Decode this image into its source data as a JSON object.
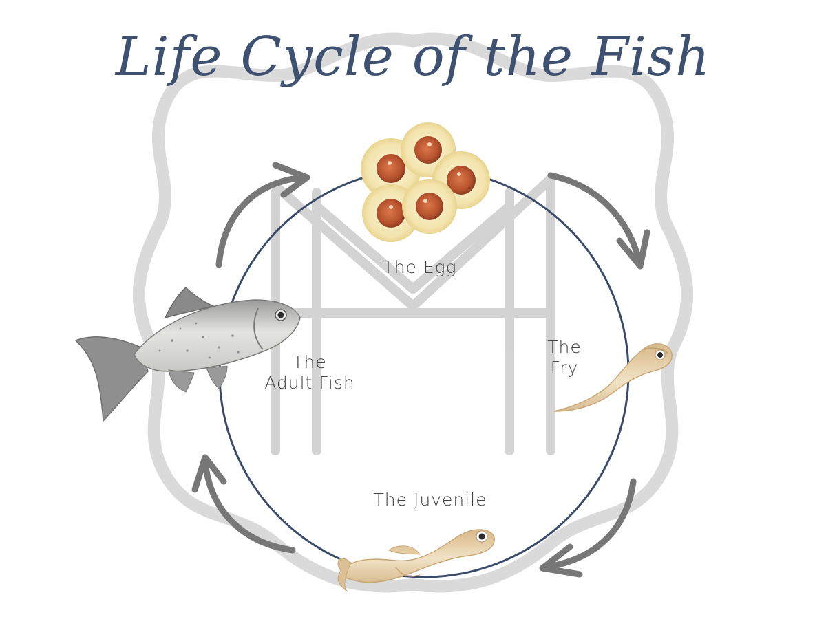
{
  "title": "Life Cycle of the Fish",
  "stages": {
    "egg": "The Egg",
    "fry_line1": "The",
    "fry_line2": "Fry",
    "juvenile": "The Juvenile",
    "adult_line1": "The",
    "adult_line2": "Adult Fish"
  },
  "colors": {
    "title": "#3e5170",
    "cycle_circle": "#3a4b6a",
    "arrow": "#777777",
    "watermark": "#d0d0d0",
    "label": "#444444"
  },
  "icons": [
    "fish-eggs-icon",
    "fry-icon",
    "juvenile-fish-icon",
    "adult-fish-icon",
    "cycle-arrow-icon"
  ]
}
